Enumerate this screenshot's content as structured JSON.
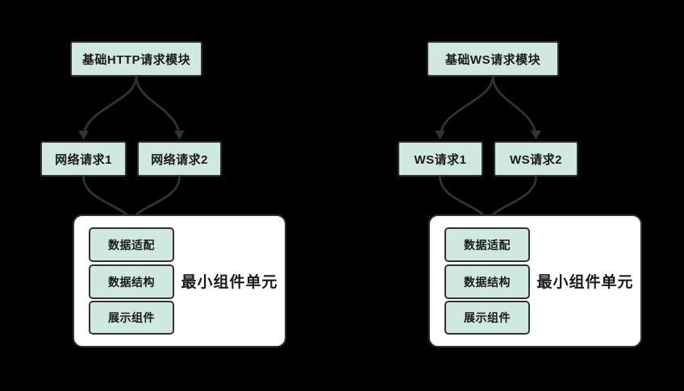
{
  "theme": {
    "background": "#000000",
    "node_fill": "#cfe9e0",
    "stroke": "#333333",
    "arrow_color": "#333333",
    "container_fill": "#ffffff",
    "text_color": "#1a1a1a"
  },
  "diagrams": [
    {
      "name": "http-flow",
      "root_label": "基础HTTP请求模块",
      "children": [
        {
          "label": "网络请求1"
        },
        {
          "label": "网络请求2"
        }
      ],
      "unit_label": "最小组件单元",
      "parts": [
        {
          "label": "数据适配"
        },
        {
          "label": "数据结构"
        },
        {
          "label": "展示组件"
        }
      ]
    },
    {
      "name": "ws-flow",
      "root_label": "基础WS请求模块",
      "children": [
        {
          "label": "WS请求1"
        },
        {
          "label": "WS请求2"
        }
      ],
      "unit_label": "最小组件单元",
      "parts": [
        {
          "label": "数据适配"
        },
        {
          "label": "数据结构"
        },
        {
          "label": "展示组件"
        }
      ]
    }
  ]
}
